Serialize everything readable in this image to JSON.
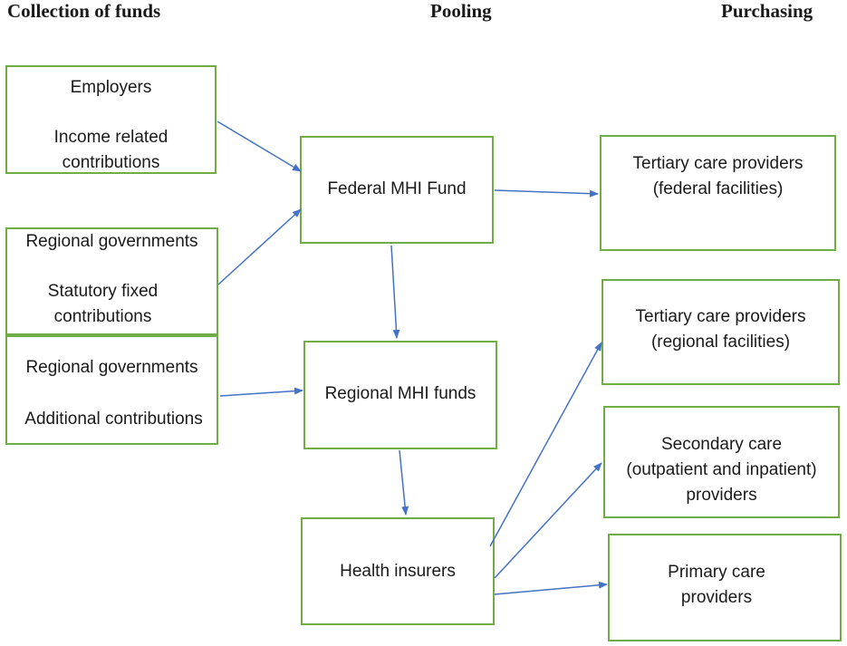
{
  "headers": {
    "collection": "Collection of funds",
    "pooling": "Pooling",
    "purchasing": "Purchasing"
  },
  "boxes": {
    "employers": {
      "title": "Employers",
      "line1": "Income related",
      "line2": "contributions"
    },
    "regional_gov_statutory": {
      "title": "Regional governments",
      "line1": "Statutory fixed",
      "line2": "contributions"
    },
    "regional_gov_additional": {
      "title": "Regional governments",
      "line1": "Additional contributions"
    },
    "federal_fund": {
      "label": "Federal MHI Fund"
    },
    "regional_funds": {
      "label": "Regional MHI funds"
    },
    "health_insurers": {
      "label": "Health insurers"
    },
    "tertiary_federal": {
      "line1": "Tertiary care providers",
      "line2": "(federal facilities)"
    },
    "tertiary_regional": {
      "line1": "Tertiary care providers",
      "line2": "(regional facilities)"
    },
    "secondary": {
      "line1": "Secondary care",
      "line2": "(outpatient and inpatient)",
      "line3": "providers"
    },
    "primary": {
      "line1": "Primary care",
      "line2": "providers"
    }
  },
  "colors": {
    "box_border": "#70ad47",
    "arrow": "#4472c4"
  }
}
